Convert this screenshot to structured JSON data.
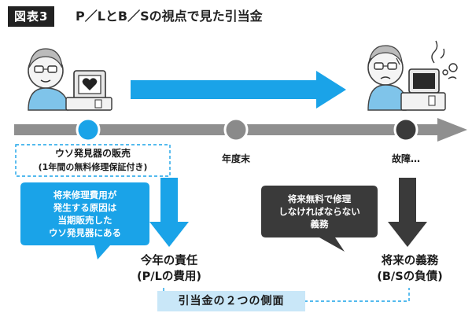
{
  "figure": {
    "badge": "図表3",
    "title": "P／LとB／Sの視点で見た引当金"
  },
  "timeline": {
    "sale_label": "ウソ発見器の販売",
    "sale_sublabel": "(1年間の無料修理保証付き)",
    "year_end_label": "年度末",
    "failure_label": "故障…"
  },
  "left_bubble": {
    "lines": [
      "将来修理費用が",
      "発生する原因は",
      "当期販売した",
      "ウソ発見器にある"
    ]
  },
  "right_bubble": {
    "lines": [
      "将来無料で修理",
      "しなければならない",
      "義務"
    ]
  },
  "left_result": {
    "line1": "今年の責任",
    "line2": "(P/Lの費用)"
  },
  "right_result": {
    "line1": "将来の義務",
    "line2": "(B/Sの負債)"
  },
  "summary_label": "引当金の２つの側面",
  "colors": {
    "accent_blue": "#1aa3e8",
    "dark_gray": "#3a3a3a",
    "timeline_gray": "#8f8f8f",
    "light_blue": "#c9e7f8"
  },
  "icons": [
    "person-with-working-lie-detector-icon",
    "heart-icon",
    "person-with-broken-lie-detector-icon",
    "smoke-icon"
  ]
}
